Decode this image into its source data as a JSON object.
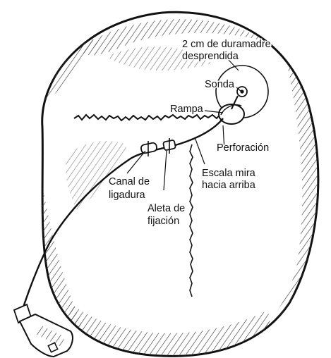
{
  "labels": {
    "dura_line1": "2 cm de duramadre",
    "dura_line2": "desprendida",
    "probe": "Sonda",
    "ramp": "Rampa",
    "perforation": "Perforación",
    "scale_line1": "Escala mira",
    "scale_line2": "hacia arriba",
    "ligature_line1": "Canal de",
    "ligature_line2": "ligadura",
    "fin_line1": "Aleta de",
    "fin_line2": "fijación"
  },
  "colors": {
    "ink": "#111111",
    "paper": "#ffffff",
    "shade": "#3a3a3a"
  }
}
